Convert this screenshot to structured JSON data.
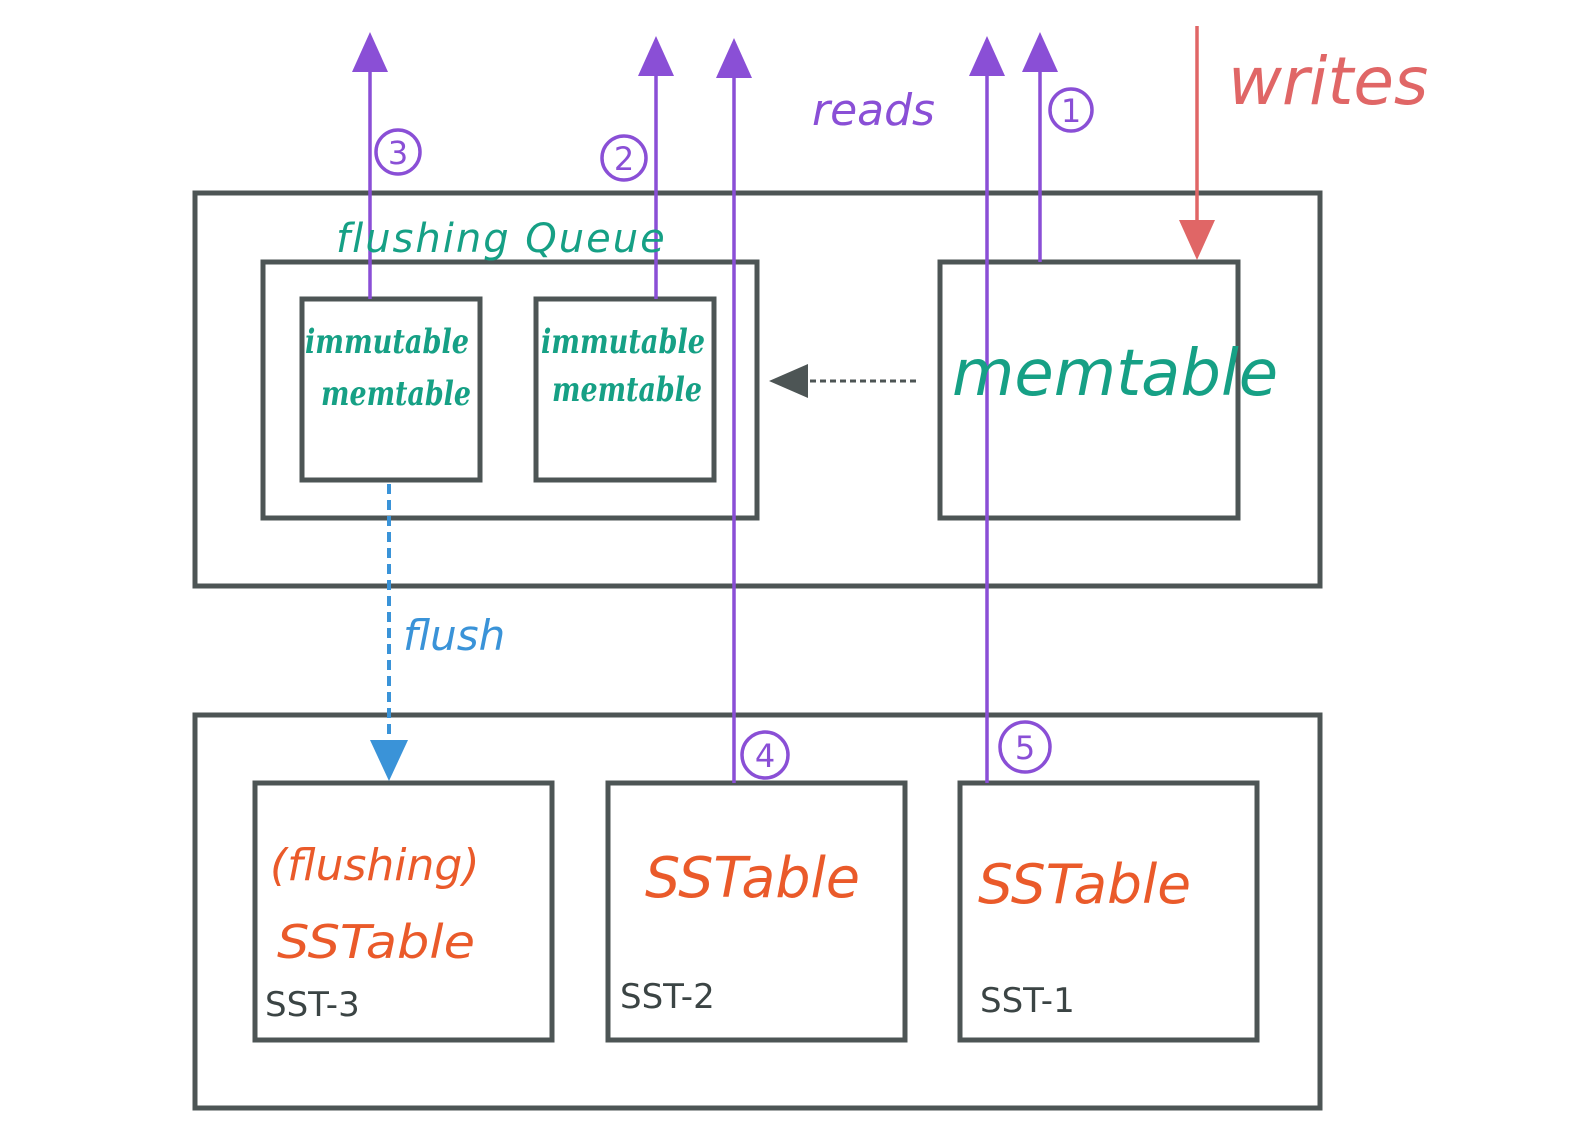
{
  "colors": {
    "box_stroke": "#4d5555",
    "reads": "#8a4fd6",
    "writes": "#e06666",
    "teal": "#16a085",
    "flush": "#3a93d8",
    "sstable": "#ea5a2a",
    "label_dark": "#3b4444"
  },
  "labels": {
    "writes": "writes",
    "reads": "reads",
    "flushing_queue": "flushing Queue",
    "memtable": "memtable",
    "immutable_1_line1": "immutable",
    "immutable_1_line2": "memtable",
    "immutable_2_line1": "immutable",
    "immutable_2_line2": "memtable",
    "flush": "flush",
    "flushing_line1": "(flushing)",
    "flushing_line2": "SSTable",
    "sstable_2": "SSTable",
    "sstable_1": "SSTable",
    "sst3": "SST-3",
    "sst2": "SST-2",
    "sst1": "SST-1"
  },
  "markers": {
    "m1": "1",
    "m2": "2",
    "m3": "3",
    "m4": "4",
    "m5": "5"
  }
}
